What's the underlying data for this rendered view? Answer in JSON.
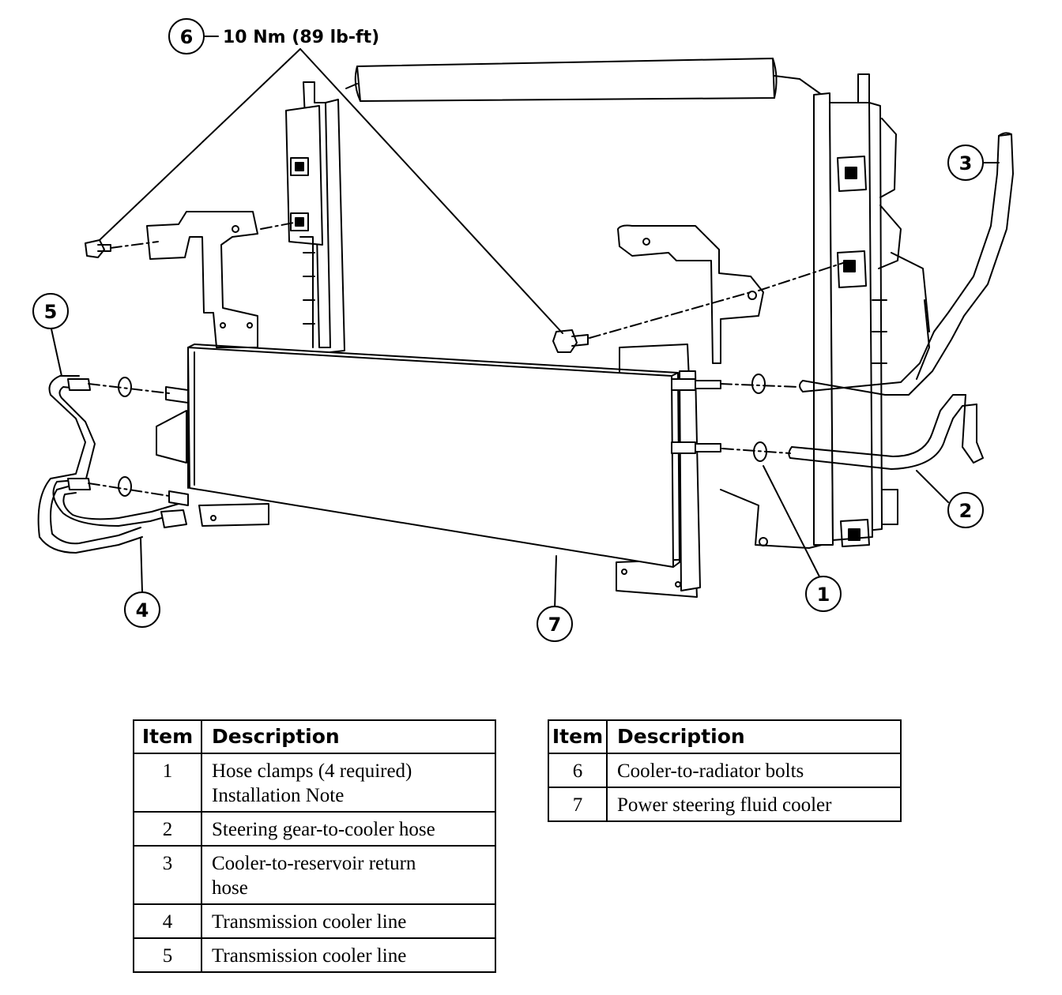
{
  "diagram": {
    "torque_spec": "10 Nm (89 lb-ft)",
    "callouts": [
      "1",
      "2",
      "3",
      "4",
      "5",
      "6",
      "7"
    ]
  },
  "legend": {
    "header": {
      "item": "Item",
      "description": "Description"
    },
    "left_rows": [
      {
        "item": "1",
        "line1": "Hose clamps (4 required)",
        "line2": "Installation Note"
      },
      {
        "item": "2",
        "line1": "Steering gear-to-cooler hose",
        "line2": ""
      },
      {
        "item": "3",
        "line1": "Cooler-to-reservoir return",
        "line2": "hose"
      },
      {
        "item": "4",
        "line1": "Transmission cooler line",
        "line2": ""
      },
      {
        "item": "5",
        "line1": "Transmission cooler line",
        "line2": ""
      }
    ],
    "right_rows": [
      {
        "item": "6",
        "line1": "Cooler-to-radiator bolts"
      },
      {
        "item": "7",
        "line1": "Power steering fluid cooler"
      }
    ]
  }
}
